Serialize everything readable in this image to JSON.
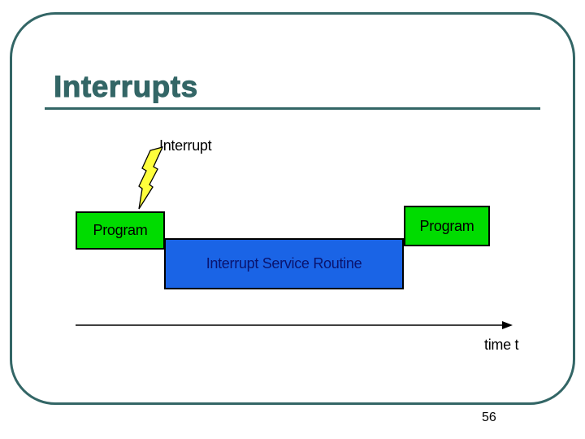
{
  "slide": {
    "title": "Interrupts",
    "page_number": "56"
  },
  "diagram": {
    "interrupt_label": "Interrupt",
    "program_left_label": "Program",
    "program_right_label": "Program",
    "isr_label": "Interrupt Service Routine",
    "time_label": "time t",
    "lightning_icon": "lightning-bolt-icon"
  },
  "colors": {
    "frame_teal": "#336666",
    "program_green": "#00DC00",
    "isr_blue": "#1A64E6",
    "isr_text_navy": "#0A146E",
    "bolt_yellow": "#FFFF3C"
  }
}
